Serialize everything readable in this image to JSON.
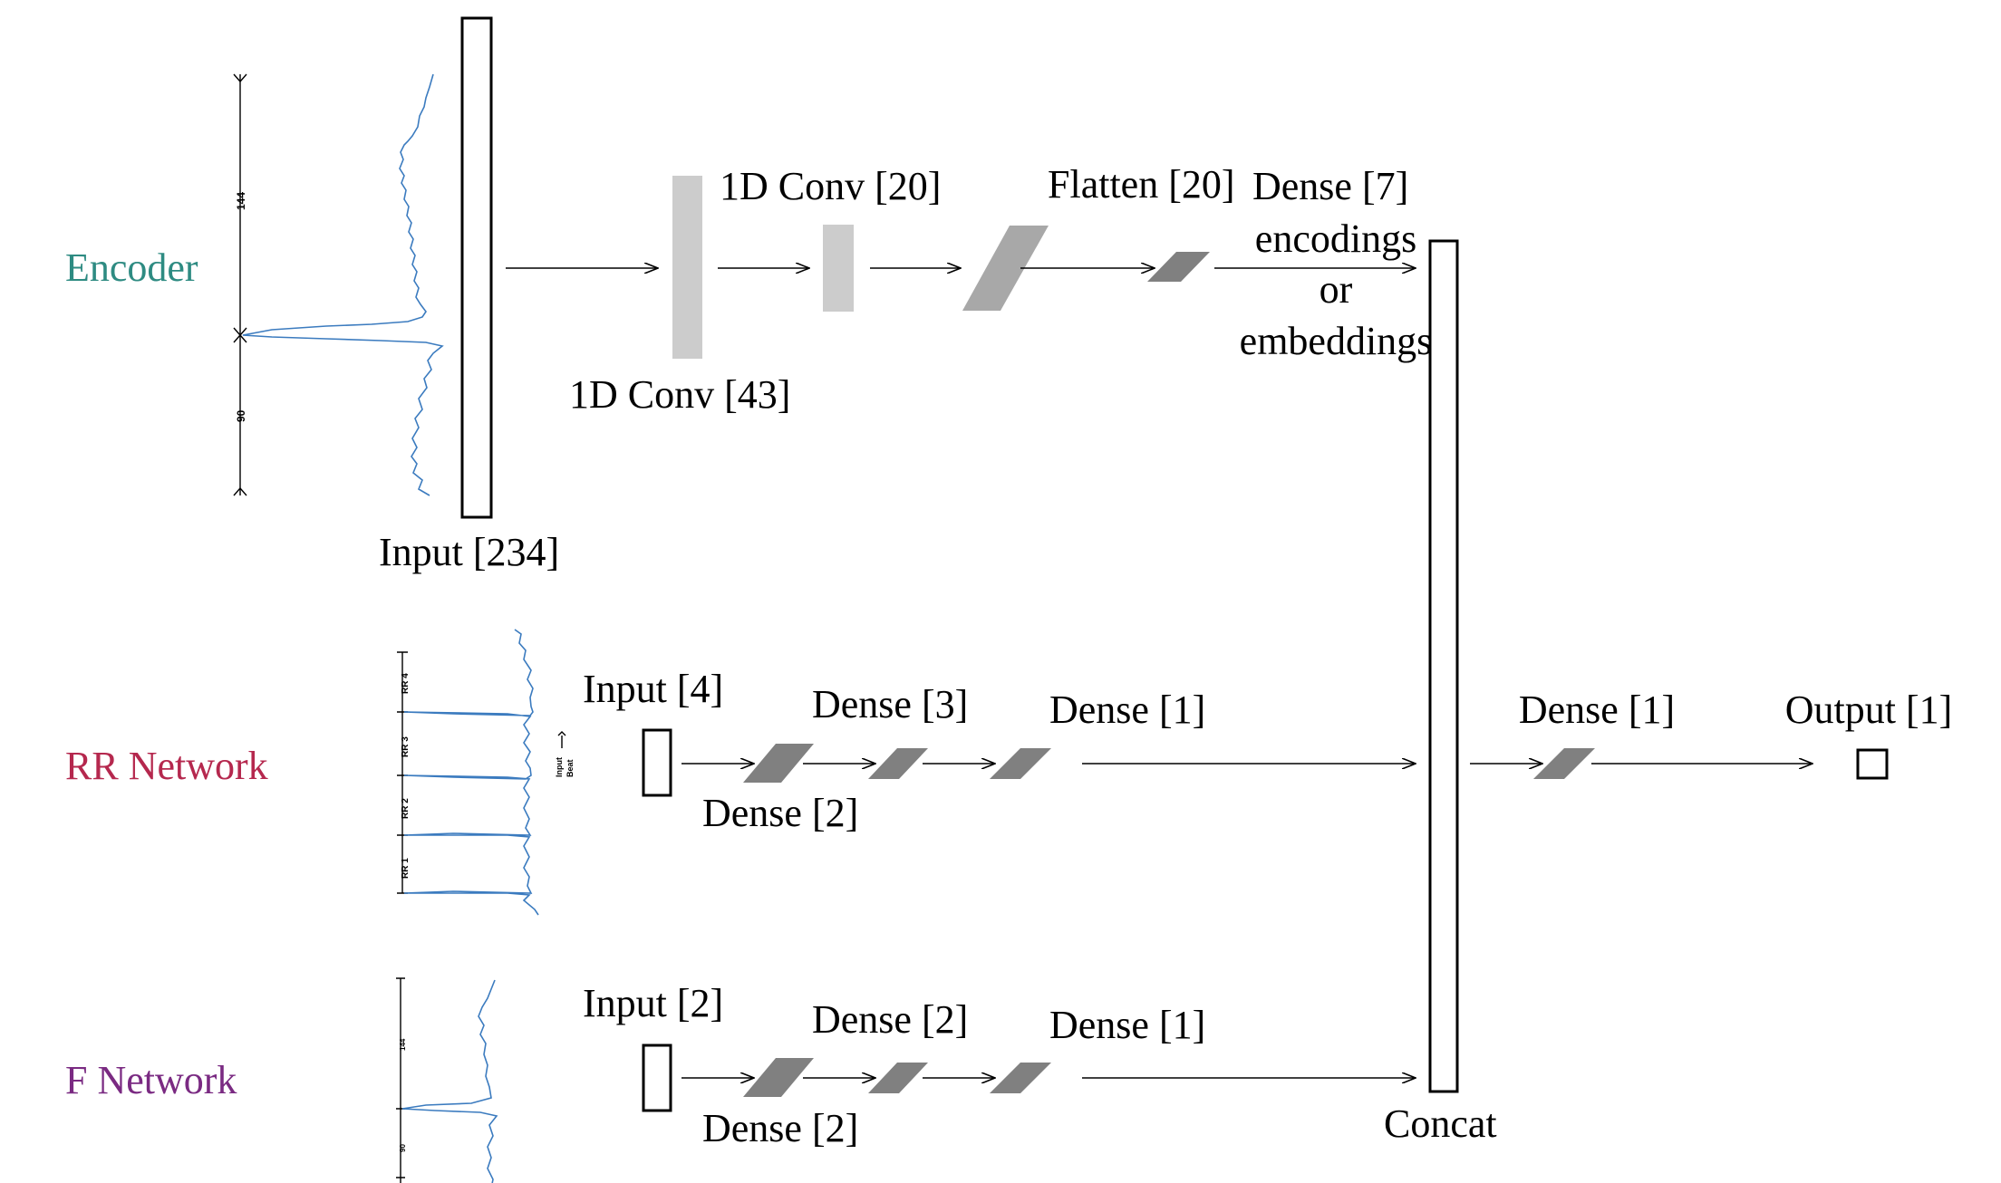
{
  "rows": {
    "encoder": {
      "name": "Encoder",
      "color": "#2e8b82"
    },
    "rr": {
      "name": "RR Network",
      "color": "#b5284e"
    },
    "f": {
      "name": "F Network",
      "color": "#7a2a82"
    }
  },
  "encoder": {
    "input_label": "Input [234]",
    "dim_top": "144",
    "dim_bottom": "90",
    "conv1_label": "1D Conv [43]",
    "conv2_label": "1D Conv [20]",
    "flatten_label": "Flatten [20]",
    "dense_label": "Dense [7]",
    "encodings": "encodings",
    "or": "or",
    "embeddings": "embeddings",
    "embed_color": "#2e8b82"
  },
  "rr_network": {
    "input_label": "Input [4]",
    "dense1_label": "Dense [2]",
    "dense2_label": "Dense [3]",
    "dense3_label": "Dense [1]",
    "rr_labels": [
      "RR 1",
      "RR 2",
      "RR 3",
      "RR 4"
    ],
    "beat_label_1": "Input",
    "beat_label_2": "Beat"
  },
  "f_network": {
    "input_label": "Input [2]",
    "dense1_label": "Dense [2]",
    "dense2_label": "Dense [2]",
    "dense3_label": "Dense [1]",
    "dim_top": "144",
    "dim_bottom": "90"
  },
  "concat_label": "Concat",
  "final_dense_label": "Dense [1]",
  "output_label": "Output [1]"
}
